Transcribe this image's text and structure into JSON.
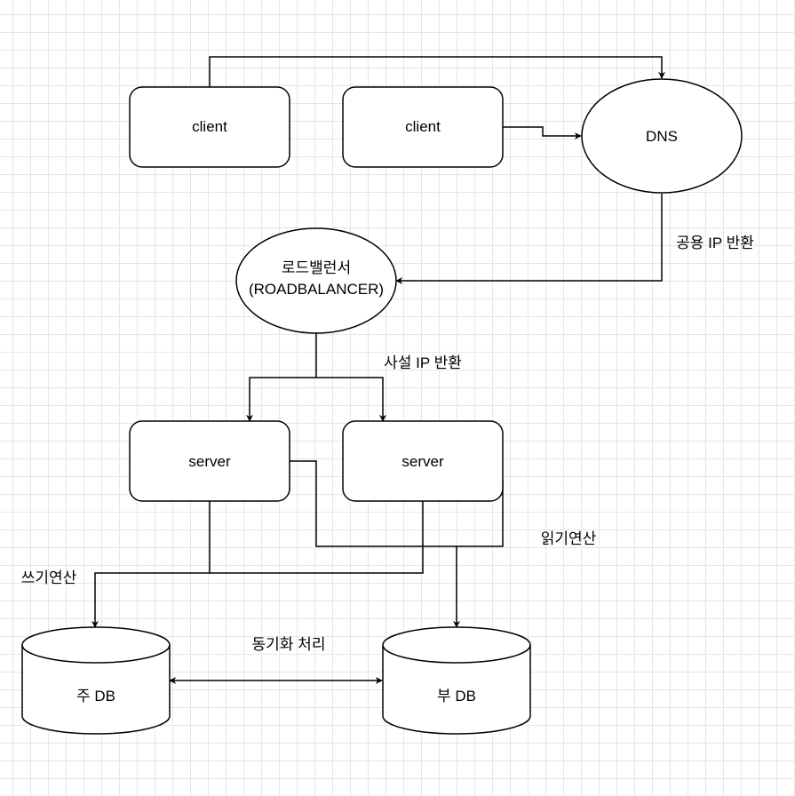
{
  "nodes": {
    "client_1": {
      "label": "client"
    },
    "client_2": {
      "label": "client"
    },
    "dns": {
      "label": "DNS"
    },
    "load_balancer": {
      "label_line1": "로드밸런서",
      "label_line2": "(ROADBALANCER)"
    },
    "server_1": {
      "label": "server"
    },
    "server_2": {
      "label": "server"
    },
    "primary_db": {
      "label": "주 DB"
    },
    "replica_db": {
      "label": "부 DB"
    }
  },
  "edge_labels": {
    "public_ip": "공용 IP 반환",
    "private_ip": "사설 IP 반환",
    "read_ops": "읽기연산",
    "write_ops": "쓰기연산",
    "sync": "동기화 처리"
  }
}
